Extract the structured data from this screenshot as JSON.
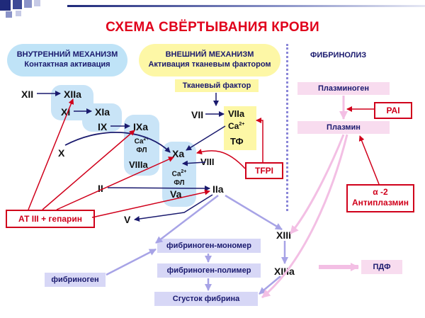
{
  "title": "СХЕМА СВЁРТЫВАНИЯ КРОВИ",
  "intrinsic": {
    "title": "ВНУТРЕННИЙ МЕХАНИЗМ",
    "subtitle": "Контактная активация"
  },
  "extrinsic": {
    "title": "ВНЕШНИЙ МЕХАНИЗМ",
    "subtitle": "Активация тканевым фактором"
  },
  "fibrinolysis": {
    "title": "ФИБРИНОЛИЗ"
  },
  "tissue_factor": "Тканевый фактор",
  "factors": {
    "xii": "XII",
    "xiia": "XIIa",
    "xi": "XI",
    "xia": "XIa",
    "ix": "IX",
    "ixa": "IXa",
    "x": "X",
    "xa": "Xa",
    "viii": "VIII",
    "viiia": "VIIIa",
    "vii": "VII",
    "viia": "VIIa",
    "ii": "II",
    "iia": "IIa",
    "v": "V",
    "va": "Va",
    "xiii": "XIII",
    "xiiia": "XIIIa"
  },
  "cofactors": {
    "ca_ixa": "Ca",
    "ca_ixa_sup": "2+",
    "fl_ixa": "ФЛ",
    "ca_xa": "Ca",
    "ca_xa_sup": "2+",
    "fl_xa": "ФЛ",
    "ca_vii": "Ca",
    "ca_vii_sup": "2+",
    "tf": "ТФ"
  },
  "inhibitors": {
    "tfpi": "TFPI",
    "at3": "АТ III + гепарин",
    "pai": "PAI",
    "alpha2_line1": "α -2",
    "alpha2_line2": "Антиплазмин"
  },
  "fibrinolysis_items": {
    "plasminogen": "Плазминоген",
    "plasmin": "Плазмин",
    "pdf": "ПДФ"
  },
  "fibrin_flow": {
    "fibrinogen": "фибриноген",
    "monomer": "фибриноген-мономер",
    "polymer": "фибриноген-полимер",
    "clot": "Сгусток фибрина"
  },
  "colors": {
    "title": "#e0001b",
    "inhibitor": "#d0001b",
    "arrow_dark": "#1a1a6e",
    "arrow_light": "#a7a3e6",
    "intrinsic_bg": "#bfe3f7",
    "extrinsic_bg": "#fdf7a6",
    "fibrinolysis_bg": "#f8dcef",
    "fibrin_bg": "#d7d7f6"
  }
}
